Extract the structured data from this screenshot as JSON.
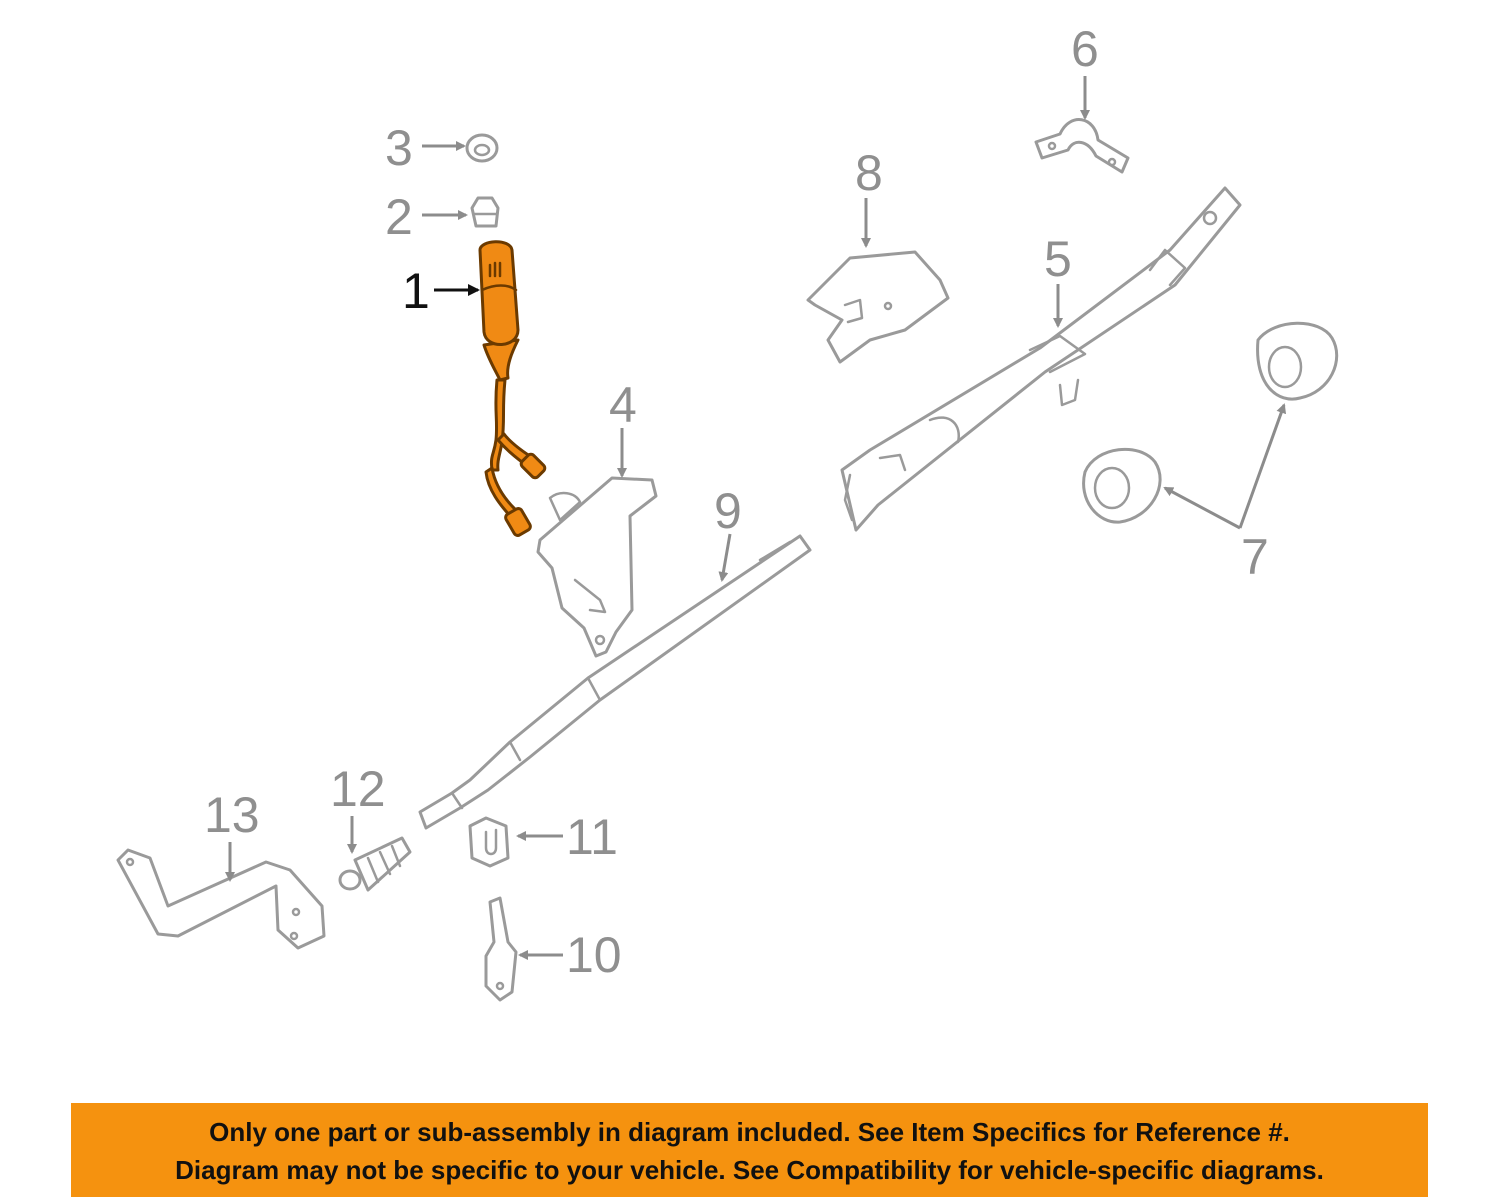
{
  "callouts": [
    {
      "id": "1",
      "label": "1",
      "highlighted": true
    },
    {
      "id": "2",
      "label": "2"
    },
    {
      "id": "3",
      "label": "3"
    },
    {
      "id": "4",
      "label": "4"
    },
    {
      "id": "5",
      "label": "5"
    },
    {
      "id": "6",
      "label": "6"
    },
    {
      "id": "7",
      "label": "7"
    },
    {
      "id": "8",
      "label": "8"
    },
    {
      "id": "9",
      "label": "9"
    },
    {
      "id": "10",
      "label": "10"
    },
    {
      "id": "11",
      "label": "11"
    },
    {
      "id": "12",
      "label": "12"
    },
    {
      "id": "13",
      "label": "13"
    }
  ],
  "banner": {
    "line1": "Only one part or sub-assembly in diagram included. See Item Specifics for Reference #.",
    "line2": "Diagram may not be specific to your vehicle. See Compatibility for vehicle-specific diagrams."
  },
  "colors": {
    "highlight": "#f08a14",
    "banner": "#f5920f",
    "line_gray": "#9a9a9a"
  }
}
